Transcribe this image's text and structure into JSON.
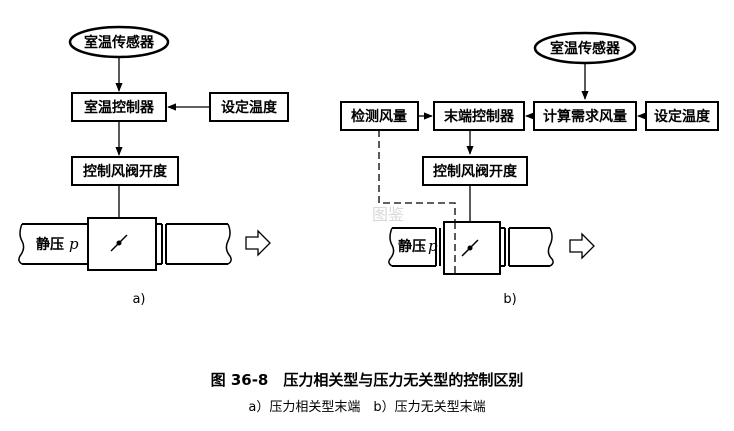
{
  "diagram_a": {
    "sensor": "室温传感器",
    "controller": "室温控制器",
    "setpoint": "设定温度",
    "valve": "控制风阀开度",
    "pipe_label": "静压",
    "pipe_var": "p",
    "sub_label": "a)"
  },
  "diagram_b": {
    "sensor": "室温传感器",
    "detect": "检测风量",
    "terminal_controller": "末端控制器",
    "calc": "计算需求风量",
    "setpoint": "设定温度",
    "valve": "控制风阀开度",
    "pipe_label": "静压",
    "pipe_var": "p",
    "sub_label": "b)"
  },
  "caption": {
    "title": "图 36-8　压力相关型与压力无关型的控制区别",
    "subtitle": "a）压力相关型末端　b）压力无关型末端"
  }
}
